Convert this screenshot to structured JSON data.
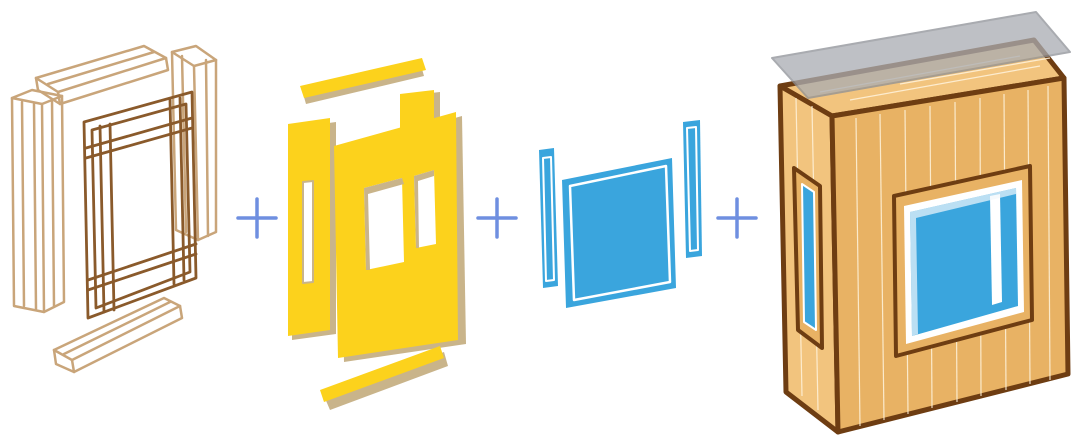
{
  "diagram": {
    "steps": [
      {
        "id": "timber-frame",
        "icon": "wireframe-wood-frame"
      },
      {
        "id": "sheathing-panels",
        "icon": "yellow-board-panels"
      },
      {
        "id": "window-glazing",
        "icon": "blue-window-panes"
      },
      {
        "id": "finished-module",
        "icon": "assembled-wood-box-with-window"
      }
    ],
    "operators": [
      "+",
      "+",
      "+"
    ],
    "colors": {
      "frame_light": "#c9a57a",
      "frame_dark": "#8a5a2b",
      "panel_yellow": "#fcd21c",
      "panel_shadow": "#c9b48a",
      "glass_blue": "#3aa5dd",
      "plus_blue": "#6f8fe0",
      "wood_face": "#e8b264",
      "wood_side": "#f2c47e",
      "wood_outline": "#6e3d12",
      "roof_grey": "#a9acb2"
    }
  }
}
